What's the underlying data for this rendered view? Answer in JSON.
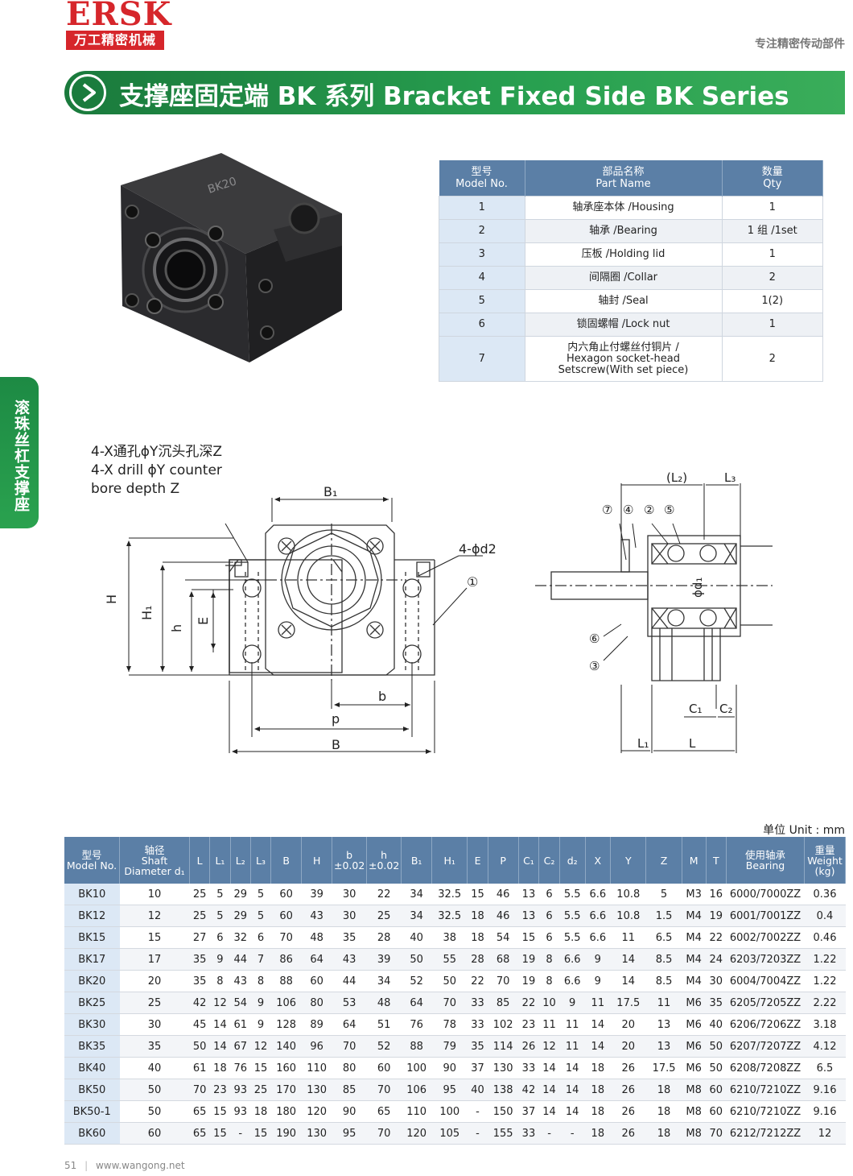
{
  "header": {
    "logo": "ERSK",
    "logo_sub": "万工精密机械",
    "tagline": "专注精密传动部件",
    "title": "支撑座固定端 BK 系列  Bracket Fixed Side BK Series",
    "side_tab": "滚珠丝杠支撑座"
  },
  "product_photo": {
    "engraving": "BK20"
  },
  "parts_table": {
    "headers": [
      {
        "zh": "型号",
        "en": "Model No."
      },
      {
        "zh": "部品名称",
        "en": "Part Name"
      },
      {
        "zh": "数量",
        "en": "Qty"
      }
    ],
    "rows": [
      {
        "no": "1",
        "name": "轴承座本体 /Housing",
        "qty": "1"
      },
      {
        "no": "2",
        "name": "轴承 /Bearing",
        "qty": "1 组 /1set"
      },
      {
        "no": "3",
        "name": "压板 /Holding lid",
        "qty": "1"
      },
      {
        "no": "4",
        "name": "间隔圈 /Collar",
        "qty": "2"
      },
      {
        "no": "5",
        "name": "轴封 /Seal",
        "qty": "1(2)"
      },
      {
        "no": "6",
        "name": "锁固螺帽 /Lock nut",
        "qty": "1"
      },
      {
        "no": "7",
        "name_lines": [
          "内六角止付螺丝付铜片 /",
          "Hexagon socket-head",
          "Setscrew(With set piece)"
        ],
        "qty": "2"
      }
    ]
  },
  "drawing": {
    "note_lines": [
      "4-X通孔ϕY沉头孔深Z",
      "4-X drill ϕY counter",
      "bore depth Z"
    ],
    "labels": {
      "B1": "B₁",
      "H": "H",
      "H1": "H₁",
      "h": "h",
      "E": "E",
      "b": "b",
      "P": "p",
      "B": "B",
      "d2": "4-ϕd2",
      "c1": "①",
      "L2": "(L₂)",
      "L3": "L₃",
      "L1": "L₁",
      "L": "L",
      "C1": "C₁",
      "C2": "C₂",
      "d1": "ϕd₁",
      "c7": "⑦",
      "c4": "④",
      "c2": "②",
      "c5": "⑤",
      "c6": "⑥",
      "c3": "③"
    }
  },
  "unit": "单位 Unit : mm",
  "spec_table": {
    "headers": [
      {
        "zh": "型号",
        "en": "Model No."
      },
      {
        "zh": "轴径",
        "en": "Shaft Diameter d₁"
      },
      {
        "en": "L"
      },
      {
        "en": "L₁"
      },
      {
        "en": "L₂"
      },
      {
        "en": "L₃"
      },
      {
        "en": "B"
      },
      {
        "en": "H"
      },
      {
        "zh": "b",
        "en": "±0.02"
      },
      {
        "zh": "h",
        "en": "±0.02"
      },
      {
        "en": "B₁"
      },
      {
        "en": "H₁"
      },
      {
        "en": "E"
      },
      {
        "en": "P"
      },
      {
        "en": "C₁"
      },
      {
        "en": "C₂"
      },
      {
        "en": "d₂"
      },
      {
        "en": "X"
      },
      {
        "en": "Y"
      },
      {
        "en": "Z"
      },
      {
        "en": "M"
      },
      {
        "en": "T"
      },
      {
        "zh": "使用轴承",
        "en": "Bearing"
      },
      {
        "zh": "重量",
        "en": "Weight",
        "unit": "(kg)"
      }
    ],
    "rows": [
      [
        "BK10",
        "10",
        "25",
        "5",
        "29",
        "5",
        "60",
        "39",
        "30",
        "22",
        "34",
        "32.5",
        "15",
        "46",
        "13",
        "6",
        "5.5",
        "6.6",
        "10.8",
        "5",
        "M3",
        "16",
        "6000/7000ZZ",
        "0.36"
      ],
      [
        "BK12",
        "12",
        "25",
        "5",
        "29",
        "5",
        "60",
        "43",
        "30",
        "25",
        "34",
        "32.5",
        "18",
        "46",
        "13",
        "6",
        "5.5",
        "6.6",
        "10.8",
        "1.5",
        "M4",
        "19",
        "6001/7001ZZ",
        "0.4"
      ],
      [
        "BK15",
        "15",
        "27",
        "6",
        "32",
        "6",
        "70",
        "48",
        "35",
        "28",
        "40",
        "38",
        "18",
        "54",
        "15",
        "6",
        "5.5",
        "6.6",
        "11",
        "6.5",
        "M4",
        "22",
        "6002/7002ZZ",
        "0.46"
      ],
      [
        "BK17",
        "17",
        "35",
        "9",
        "44",
        "7",
        "86",
        "64",
        "43",
        "39",
        "50",
        "55",
        "28",
        "68",
        "19",
        "8",
        "6.6",
        "9",
        "14",
        "8.5",
        "M4",
        "24",
        "6203/7203ZZ",
        "1.22"
      ],
      [
        "BK20",
        "20",
        "35",
        "8",
        "43",
        "8",
        "88",
        "60",
        "44",
        "34",
        "52",
        "50",
        "22",
        "70",
        "19",
        "8",
        "6.6",
        "9",
        "14",
        "8.5",
        "M4",
        "30",
        "6004/7004ZZ",
        "1.22"
      ],
      [
        "BK25",
        "25",
        "42",
        "12",
        "54",
        "9",
        "106",
        "80",
        "53",
        "48",
        "64",
        "70",
        "33",
        "85",
        "22",
        "10",
        "9",
        "11",
        "17.5",
        "11",
        "M6",
        "35",
        "6205/7205ZZ",
        "2.22"
      ],
      [
        "BK30",
        "30",
        "45",
        "14",
        "61",
        "9",
        "128",
        "89",
        "64",
        "51",
        "76",
        "78",
        "33",
        "102",
        "23",
        "11",
        "11",
        "14",
        "20",
        "13",
        "M6",
        "40",
        "6206/7206ZZ",
        "3.18"
      ],
      [
        "BK35",
        "35",
        "50",
        "14",
        "67",
        "12",
        "140",
        "96",
        "70",
        "52",
        "88",
        "79",
        "35",
        "114",
        "26",
        "12",
        "11",
        "14",
        "20",
        "13",
        "M6",
        "50",
        "6207/7207ZZ",
        "4.12"
      ],
      [
        "BK40",
        "40",
        "61",
        "18",
        "76",
        "15",
        "160",
        "110",
        "80",
        "60",
        "100",
        "90",
        "37",
        "130",
        "33",
        "14",
        "14",
        "18",
        "26",
        "17.5",
        "M6",
        "50",
        "6208/7208ZZ",
        "6.5"
      ],
      [
        "BK50",
        "50",
        "70",
        "23",
        "93",
        "25",
        "170",
        "130",
        "85",
        "70",
        "106",
        "95",
        "40",
        "138",
        "42",
        "14",
        "14",
        "18",
        "26",
        "18",
        "M8",
        "60",
        "6210/7210ZZ",
        "9.16"
      ],
      [
        "BK50-1",
        "50",
        "65",
        "15",
        "93",
        "18",
        "180",
        "120",
        "90",
        "65",
        "110",
        "100",
        "-",
        "150",
        "37",
        "14",
        "14",
        "18",
        "26",
        "18",
        "M8",
        "60",
        "6210/7210ZZ",
        "9.16"
      ],
      [
        "BK60",
        "60",
        "65",
        "15",
        "-",
        "15",
        "190",
        "130",
        "95",
        "70",
        "120",
        "105",
        "-",
        "155",
        "33",
        "-",
        "-",
        "18",
        "26",
        "18",
        "M8",
        "70",
        "6212/7212ZZ",
        "12"
      ]
    ]
  },
  "footer": {
    "page": "51",
    "url": "www.wangong.net"
  },
  "colors": {
    "brand_red": "#d6262b",
    "banner_green": "#1f8e46",
    "table_header": "#5b7fa6"
  }
}
